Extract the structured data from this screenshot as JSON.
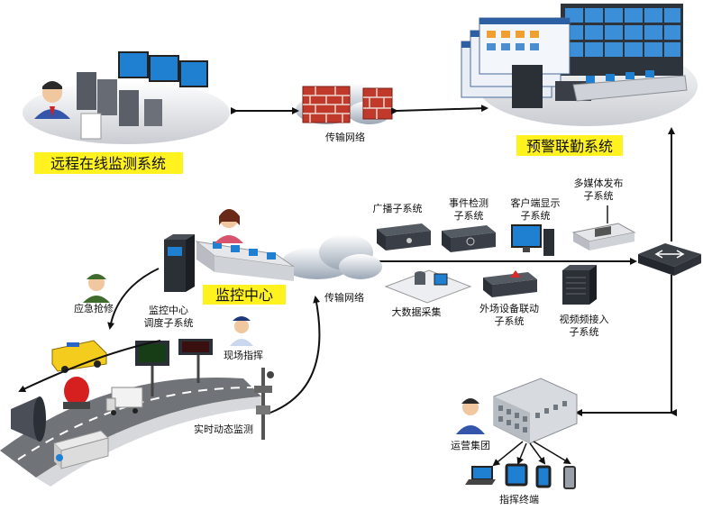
{
  "labels": {
    "remote_monitor": "远程在线监测系统",
    "transport_top": "传输网络",
    "warning_linkage": "预警联勤系统",
    "broadcast": "广播子系统",
    "event_detect": [
      "事件检测",
      "子系统"
    ],
    "client_display": [
      "客户端显示",
      "子系统"
    ],
    "multimedia": [
      "多媒体发布",
      "子系统"
    ],
    "monitor_center": "监控中心",
    "transport_mid": "传输网络",
    "big_data": "大数据采集",
    "field_linkage": [
      "外场设备联动",
      "子系统"
    ],
    "video_access": [
      "视频频接入",
      "子系统"
    ],
    "emergency": "应急抢修",
    "dispatch": [
      "监控中心",
      "调度子系统"
    ],
    "field_command": "现场指挥",
    "realtime": "实时动态监测",
    "operation_group": "运营集团",
    "command_terminal": "指挥终端"
  },
  "colors": {
    "highlight": "#fff21f",
    "screen_blue": "#1f7fd0",
    "device_dark": "#2b2f36",
    "arrow": "#111111"
  }
}
